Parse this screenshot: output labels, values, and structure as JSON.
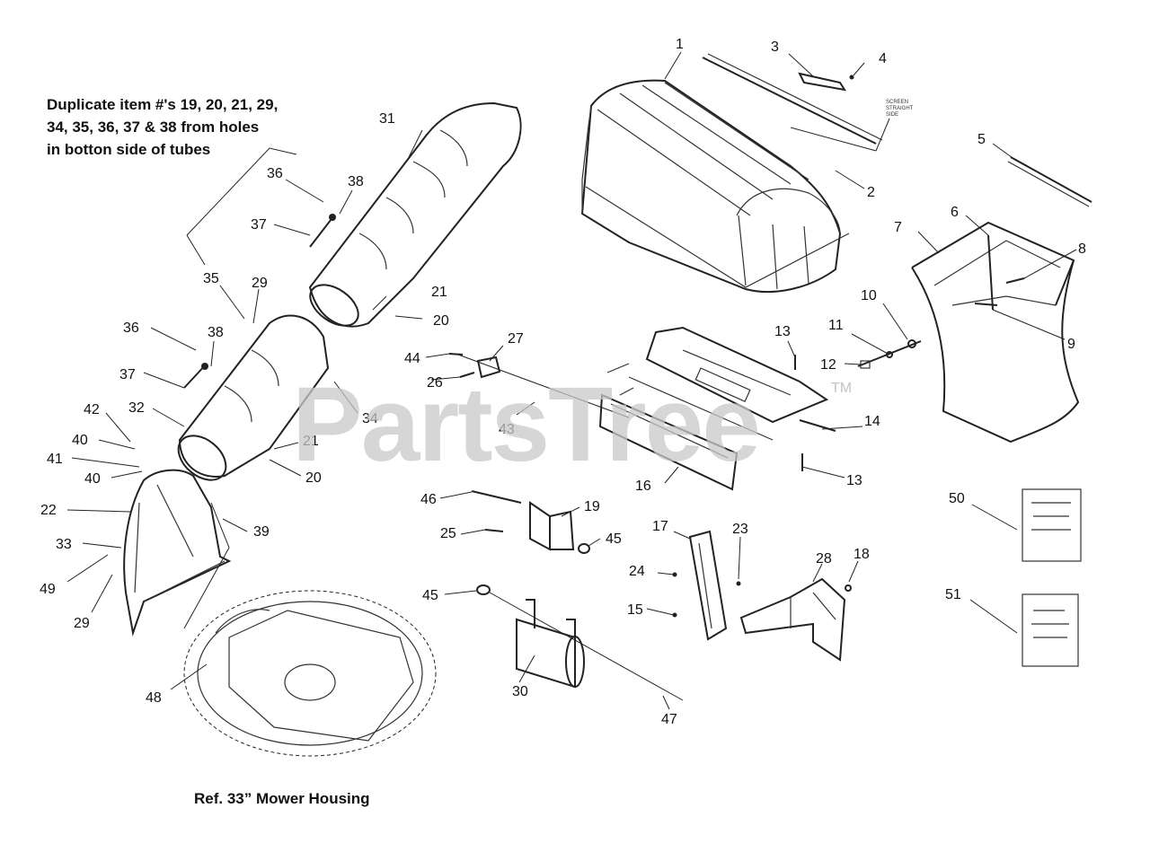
{
  "note": {
    "text": "Duplicate item #'s 19, 20, 21, 29,\n34, 35, 36, 37 & 38 from holes\nin botton side of tubes"
  },
  "caption": "Ref. 33” Mower Housing",
  "watermark": {
    "text": "PartsTree",
    "trademark": "TM"
  },
  "callouts": [
    "1",
    "2",
    "3",
    "4",
    "5",
    "6",
    "7",
    "8",
    "9",
    "10",
    "11",
    "12",
    "13",
    "14",
    "15",
    "16",
    "17",
    "18",
    "19",
    "20",
    "21",
    "22",
    "23",
    "24",
    "25",
    "26",
    "27",
    "28",
    "29",
    "30",
    "31",
    "32",
    "33",
    "34",
    "35",
    "36",
    "37",
    "38",
    "39",
    "40",
    "41",
    "42",
    "43",
    "44",
    "45",
    "46",
    "47",
    "48",
    "49",
    "50",
    "51"
  ],
  "screen_label": [
    "SCREEN",
    "STRAIGHT",
    "SIDE"
  ]
}
